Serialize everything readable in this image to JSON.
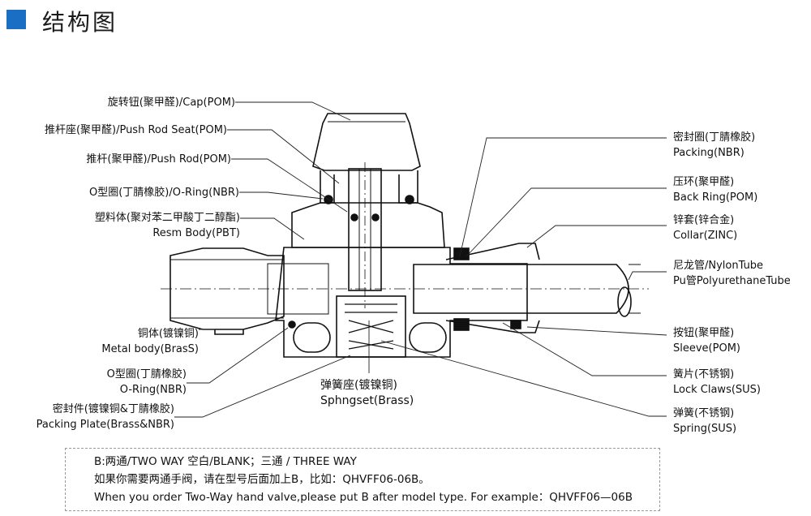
{
  "header": {
    "title": "结构图",
    "accent_color": "#1a6fc4"
  },
  "labels_left": [
    {
      "id": "cap",
      "cn": "旋转钮(聚甲醛)/Cap(POM)",
      "en": ""
    },
    {
      "id": "push-rod-seat",
      "cn": "推杆座(聚甲醛)/Push Rod Seat(POM)",
      "en": ""
    },
    {
      "id": "push-rod",
      "cn": "推杆(聚甲醛)/Push Rod(POM)",
      "en": ""
    },
    {
      "id": "o-ring-top",
      "cn": "O型圈(丁腈橡胶)/O-Ring(NBR)",
      "en": ""
    },
    {
      "id": "resin-body",
      "cn": "塑料体(聚对苯二甲酸丁二醇酯)",
      "en": "Resm Body(PBT)"
    },
    {
      "id": "metal-body",
      "cn": "铜体(镀镍铜)",
      "en": "Metal body(BrasS)"
    },
    {
      "id": "o-ring-bottom",
      "cn": "O型圈(丁腈橡胶)",
      "en": "O-Ring(NBR)"
    },
    {
      "id": "packing-plate",
      "cn": "密封件(镀镍铜&丁腈橡胶)",
      "en": "Packing Plate(Brass&NBR)"
    }
  ],
  "labels_right": [
    {
      "id": "packing",
      "cn": "密封圈(丁腈橡胶)",
      "en": "Packing(NBR)"
    },
    {
      "id": "back-ring",
      "cn": "压环(聚甲醛)",
      "en": "Back Ring(POM)"
    },
    {
      "id": "collar",
      "cn": "锌套(锌合金)",
      "en": "Collar(ZINC)"
    },
    {
      "id": "tube",
      "cn": "尼龙管/NylonTube",
      "en": "Pu管PolyurethaneTube"
    },
    {
      "id": "sleeve",
      "cn": "按钮(聚甲醛)",
      "en": "Sleeve(POM)"
    },
    {
      "id": "lock-claws",
      "cn": "簧片(不锈钢)",
      "en": "Lock Claws(SUS)"
    },
    {
      "id": "spring",
      "cn": "弹簧(不锈钢)",
      "en": "Spring(SUS)"
    }
  ],
  "label_bottom": {
    "cn": "弹簧座(镀镍铜)",
    "en": "Sphngset(Brass)"
  },
  "note": {
    "line1": "B:两通/TWO WAY  空白/BLANK；三通 / THREE WAY",
    "line2": "如果你需要两通手阀，请在型号后面加上B，比如：QHVFF06-06B。",
    "line3": "When you order Two-Way hand valve,please put B after model  type.  For example：QHVFF06—06B"
  }
}
